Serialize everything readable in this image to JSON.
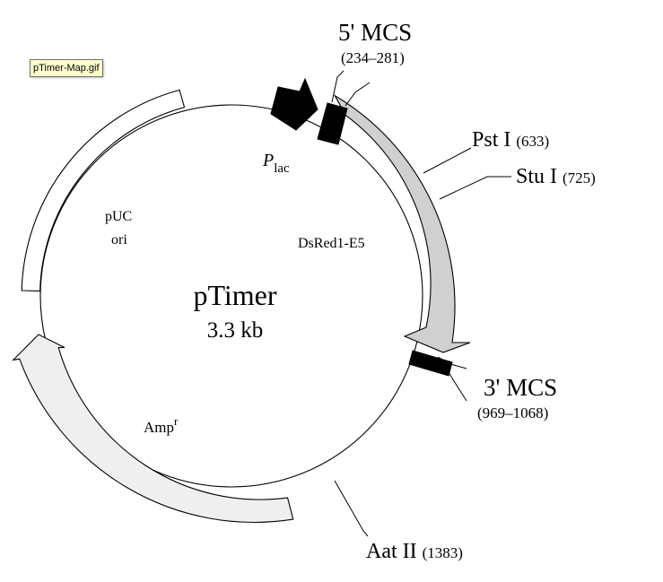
{
  "tooltip": {
    "filename": "pTimer-Map.gif"
  },
  "plasmid": {
    "name": "pTimer",
    "size": "3.3 kb"
  },
  "features": {
    "plac": {
      "italic": "P",
      "sub": "lac"
    },
    "dsred": "DsRed1-E5",
    "puc": {
      "line1": "pUC",
      "line2": "ori"
    },
    "amp": {
      "base": "Amp",
      "sup": "r"
    }
  },
  "sites": {
    "mcs5": {
      "name": "5' MCS",
      "range": "(234–281)"
    },
    "psti": {
      "name": "Pst I",
      "pos": "(633)"
    },
    "stui": {
      "name": "Stu I",
      "pos": "(725)"
    },
    "mcs3": {
      "name": "3' MCS",
      "range": "(969–1068)"
    },
    "aatii": {
      "name": "Aat II",
      "pos": "(1383)"
    }
  },
  "colors": {
    "background": "#ffffff",
    "outline": "#000000",
    "dsred_fill": "#d0d0d0",
    "amp_fill": "#efefef",
    "puc_fill": "#ffffff",
    "mcs_fill": "#000000",
    "tooltip_bg": "#ffffcc"
  }
}
